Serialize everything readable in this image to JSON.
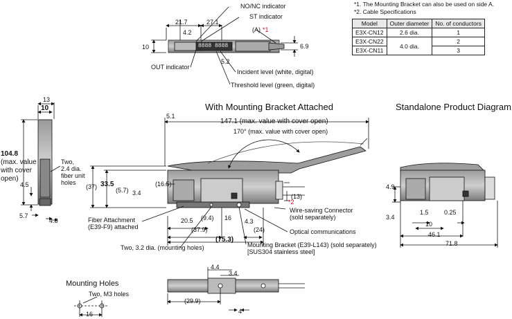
{
  "notes": [
    "*1. The Mounting Bracket can also be used on side A.",
    "*2. Cable Specifications"
  ],
  "cable_table": {
    "headers": [
      "Model",
      "Outer diameter",
      "No. of conductors"
    ],
    "rows": [
      {
        "model": "E3X-CN12",
        "diameter": "2.6 dia.",
        "conductors": "1"
      },
      {
        "model": "E3X-CN22",
        "diameter": "4.0 dia.",
        "conductors": "2"
      },
      {
        "model": "E3X-CN11",
        "diameter": "",
        "conductors": "3"
      }
    ]
  },
  "top_view": {
    "indicators": {
      "nonc": "NO/NC indicator",
      "st": "ST indicator",
      "a_mark": "(A)",
      "star1": "*1",
      "out": "OUT indicator",
      "incident": "Incident level (white, digital)",
      "threshold": "Threshold level (green, digital)"
    },
    "dims": {
      "d21_7": "21.7",
      "d27_1": "27.1",
      "d4_2": "4.2",
      "d10": "10",
      "d6_9": "6.9",
      "d5_2": "5.2"
    },
    "display": "8888 8888"
  },
  "side_view": {
    "dims": {
      "d13": "13",
      "d10": "10",
      "d104_8": "104.8",
      "max_note": "(max. value\nwith cover\nopen)",
      "d4_5": "4.5",
      "d5_7": "5.7",
      "d4_8": "4.8"
    },
    "two_holes": "Two,\n2.4 dia.\nfiber unit\nholes"
  },
  "bracket_view": {
    "title": "With Mounting Bracket Attached",
    "dims": {
      "d5_1": "5.1",
      "d147_1": "147.1 (max. value with cover open)",
      "d170": "170° (max. value with cover open)",
      "d37": "(37)",
      "d33_5": "33.5",
      "d5_7": "(5.7)",
      "d3_4": "3.4",
      "d16_5": "(16.5)",
      "d13": "(13)",
      "d20_5": "20.5",
      "d9_4": "(9.4)",
      "d16": "16",
      "d4_3": "4.3",
      "d37_9": "(37.9)",
      "d24": "(24)",
      "d75_3": "(75.3)"
    },
    "star2": "*2",
    "labels": {
      "fiber_attach": "Fiber Attachment\n(E39-F9) attached",
      "wire_saving": "Wire-saving Connector\n(sold separately)",
      "optical": "Optical communications",
      "two_holes": "Two, 3.2 dia. (mounting holes)",
      "bracket": "Mounting Bracket (E39-L143) (sold separately)\n[SUS304 stainless steel]"
    }
  },
  "standalone_view": {
    "title": "Standalone Product Diagram",
    "dims": {
      "d4_9": "4.9",
      "d3_4": "3.4",
      "d1_5": "1.5",
      "d0_25": "0.25",
      "d10": "10",
      "d46_1": "46.1",
      "d71_8": "71.8"
    }
  },
  "mounting_holes": {
    "title": "Mounting Holes",
    "label": "Two, M3 holes",
    "dim": "16"
  },
  "bottom_view": {
    "dims": {
      "d4_4": "4.4",
      "d3_4": "3.4",
      "d29_9": "(29.9)",
      "d4": "4"
    }
  }
}
